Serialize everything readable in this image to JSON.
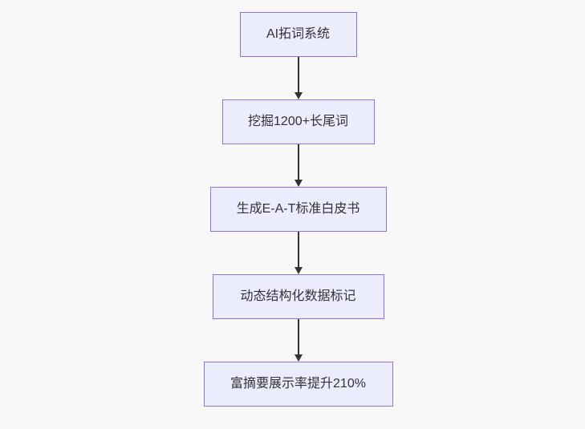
{
  "flowchart": {
    "type": "flowchart-top-down",
    "nodes": [
      {
        "label": "AI拓词系统"
      },
      {
        "label": "挖掘1200+长尾词"
      },
      {
        "label": "生成E-A-T标准白皮书"
      },
      {
        "label": "动态结构化数据标记"
      },
      {
        "label": "富摘要展示率提升210%"
      }
    ],
    "edges": [
      {
        "from": 0,
        "to": 1,
        "style": "arrow-down"
      },
      {
        "from": 1,
        "to": 2,
        "style": "arrow-down"
      },
      {
        "from": 2,
        "to": 3,
        "style": "arrow-down"
      },
      {
        "from": 3,
        "to": 4,
        "style": "arrow-down"
      }
    ]
  },
  "colors": {
    "background": "#f8f8f8",
    "node_fill": "#ececff",
    "node_border": "#9370db",
    "edge": "#333333",
    "text": "#333333"
  }
}
